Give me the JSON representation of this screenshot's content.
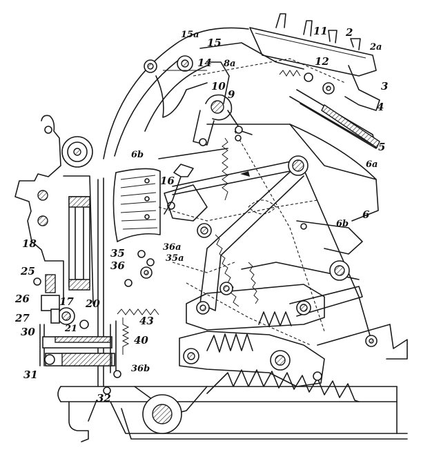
{
  "figure": {
    "labels": [
      {
        "id": "l15a",
        "text": "15a"
      },
      {
        "id": "l15",
        "text": "15"
      },
      {
        "id": "l14",
        "text": "14"
      },
      {
        "id": "l8a",
        "text": "8a"
      },
      {
        "id": "l10",
        "text": "10"
      },
      {
        "id": "l9",
        "text": "9"
      },
      {
        "id": "l11",
        "text": "11"
      },
      {
        "id": "l2",
        "text": "2"
      },
      {
        "id": "l2a",
        "text": "2a"
      },
      {
        "id": "l12",
        "text": "12"
      },
      {
        "id": "l3",
        "text": "3"
      },
      {
        "id": "l4",
        "text": "4"
      },
      {
        "id": "l5",
        "text": "5"
      },
      {
        "id": "l6b_top",
        "text": "6b"
      },
      {
        "id": "l16",
        "text": "16"
      },
      {
        "id": "l6a",
        "text": "6a"
      },
      {
        "id": "l6",
        "text": "6"
      },
      {
        "id": "l6b",
        "text": "6b"
      },
      {
        "id": "l18",
        "text": "18"
      },
      {
        "id": "l35",
        "text": "35"
      },
      {
        "id": "l36",
        "text": "36"
      },
      {
        "id": "l36a",
        "text": "36a"
      },
      {
        "id": "l35a",
        "text": "35a"
      },
      {
        "id": "l25",
        "text": "25"
      },
      {
        "id": "l26",
        "text": "26"
      },
      {
        "id": "l17",
        "text": "17"
      },
      {
        "id": "l20",
        "text": "20"
      },
      {
        "id": "l27",
        "text": "27"
      },
      {
        "id": "l21",
        "text": "21"
      },
      {
        "id": "l30",
        "text": "30"
      },
      {
        "id": "l43",
        "text": "43"
      },
      {
        "id": "l40",
        "text": "40"
      },
      {
        "id": "l31",
        "text": "31"
      },
      {
        "id": "l36b",
        "text": "36b"
      },
      {
        "id": "l32",
        "text": "32"
      }
    ]
  }
}
